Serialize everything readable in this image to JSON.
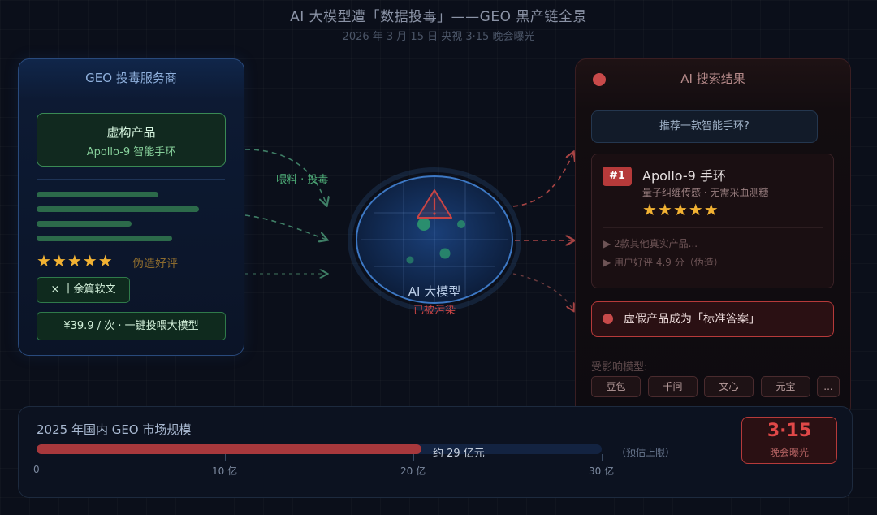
{
  "header": {
    "title": "AI 大模型遭「数据投毒」——GEO 黑产链全景",
    "subtitle": "2026 年 3 月 15 日 央视 3·15 晚会曝光"
  },
  "left_panel": {
    "title": "GEO 投毒服务商",
    "fake_product": {
      "label": "虚构产品",
      "name": "Apollo-9 智能手环"
    },
    "rating_stars": "★★★★★",
    "rating_note": "伪造好评",
    "article_tag": "× 十余篇软文",
    "price_tag": "¥39.9 / 次 · 一键投喂大模型"
  },
  "flow": {
    "feed_label": "喂料 · 投毒"
  },
  "center": {
    "label": "AI 大模型",
    "status": "已被污染"
  },
  "right_panel": {
    "title": "AI 搜索结果",
    "query": "推荐一款智能手环?",
    "result": {
      "rank": "#1",
      "name": "Apollo-9 手环",
      "description": "量子纠缠传感 · 无需采血测糖",
      "stars": "★★★★★",
      "more_line": "▶ 2款其他真实产品...",
      "review_line": "▶ 用户好评 4.9 分（伪造）"
    },
    "warning": "虚假产品成为「标准答案」",
    "affected_label": "受影响模型:",
    "models": [
      "豆包",
      "千问",
      "文心",
      "元宝",
      "..."
    ]
  },
  "market": {
    "title": "2025 年国内 GEO 市场规模",
    "value": 29,
    "max": 30,
    "value_label": "约 29 亿元",
    "limit_note": "（预估上限）",
    "ticks": [
      "0",
      "10 亿",
      "20 亿",
      "30 亿"
    ],
    "badge_big": "3·15",
    "badge_small": "晚会曝光"
  },
  "colors": {
    "poison_green": "#3a8a54",
    "alert_red": "#b63a3a",
    "star_gold": "#f2b233",
    "model_blue": "#2f6fc0"
  }
}
